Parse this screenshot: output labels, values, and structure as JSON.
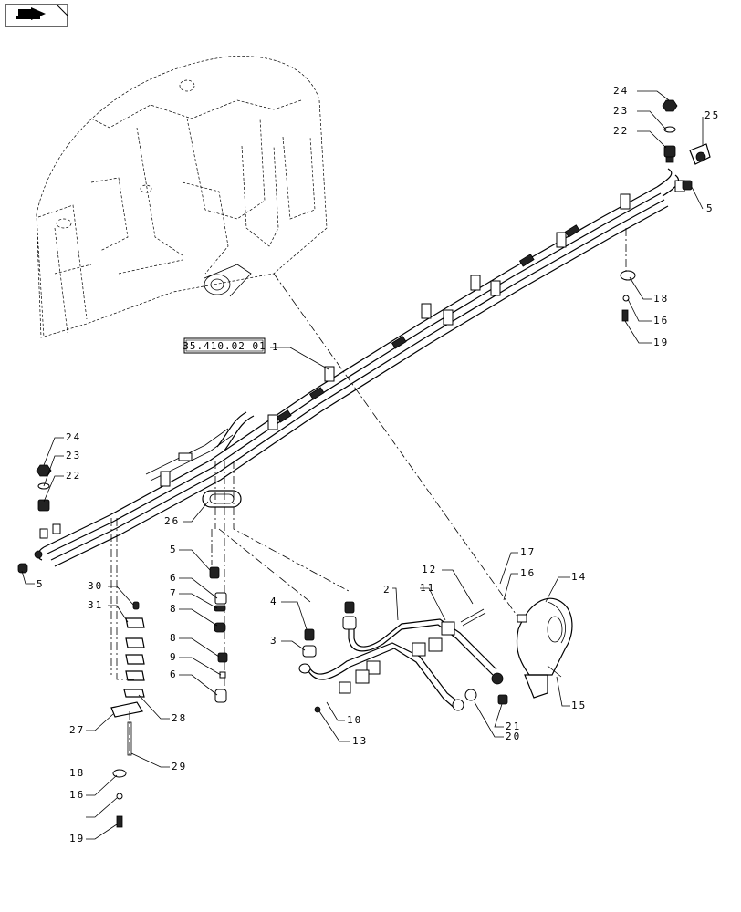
{
  "nav_icon": "arrow-return-icon",
  "reference_label": "35.410.02 01",
  "callouts": [
    "1",
    "2",
    "3",
    "4",
    "5",
    "5",
    "5",
    "6",
    "6",
    "7",
    "8",
    "8",
    "9",
    "10",
    "11",
    "12",
    "13",
    "14",
    "15",
    "16",
    "16",
    "16",
    "17",
    "18",
    "18",
    "19",
    "19",
    "20",
    "21",
    "22",
    "22",
    "23",
    "23",
    "24",
    "24",
    "25",
    "26",
    "27",
    "28",
    "29",
    "30",
    "31"
  ]
}
